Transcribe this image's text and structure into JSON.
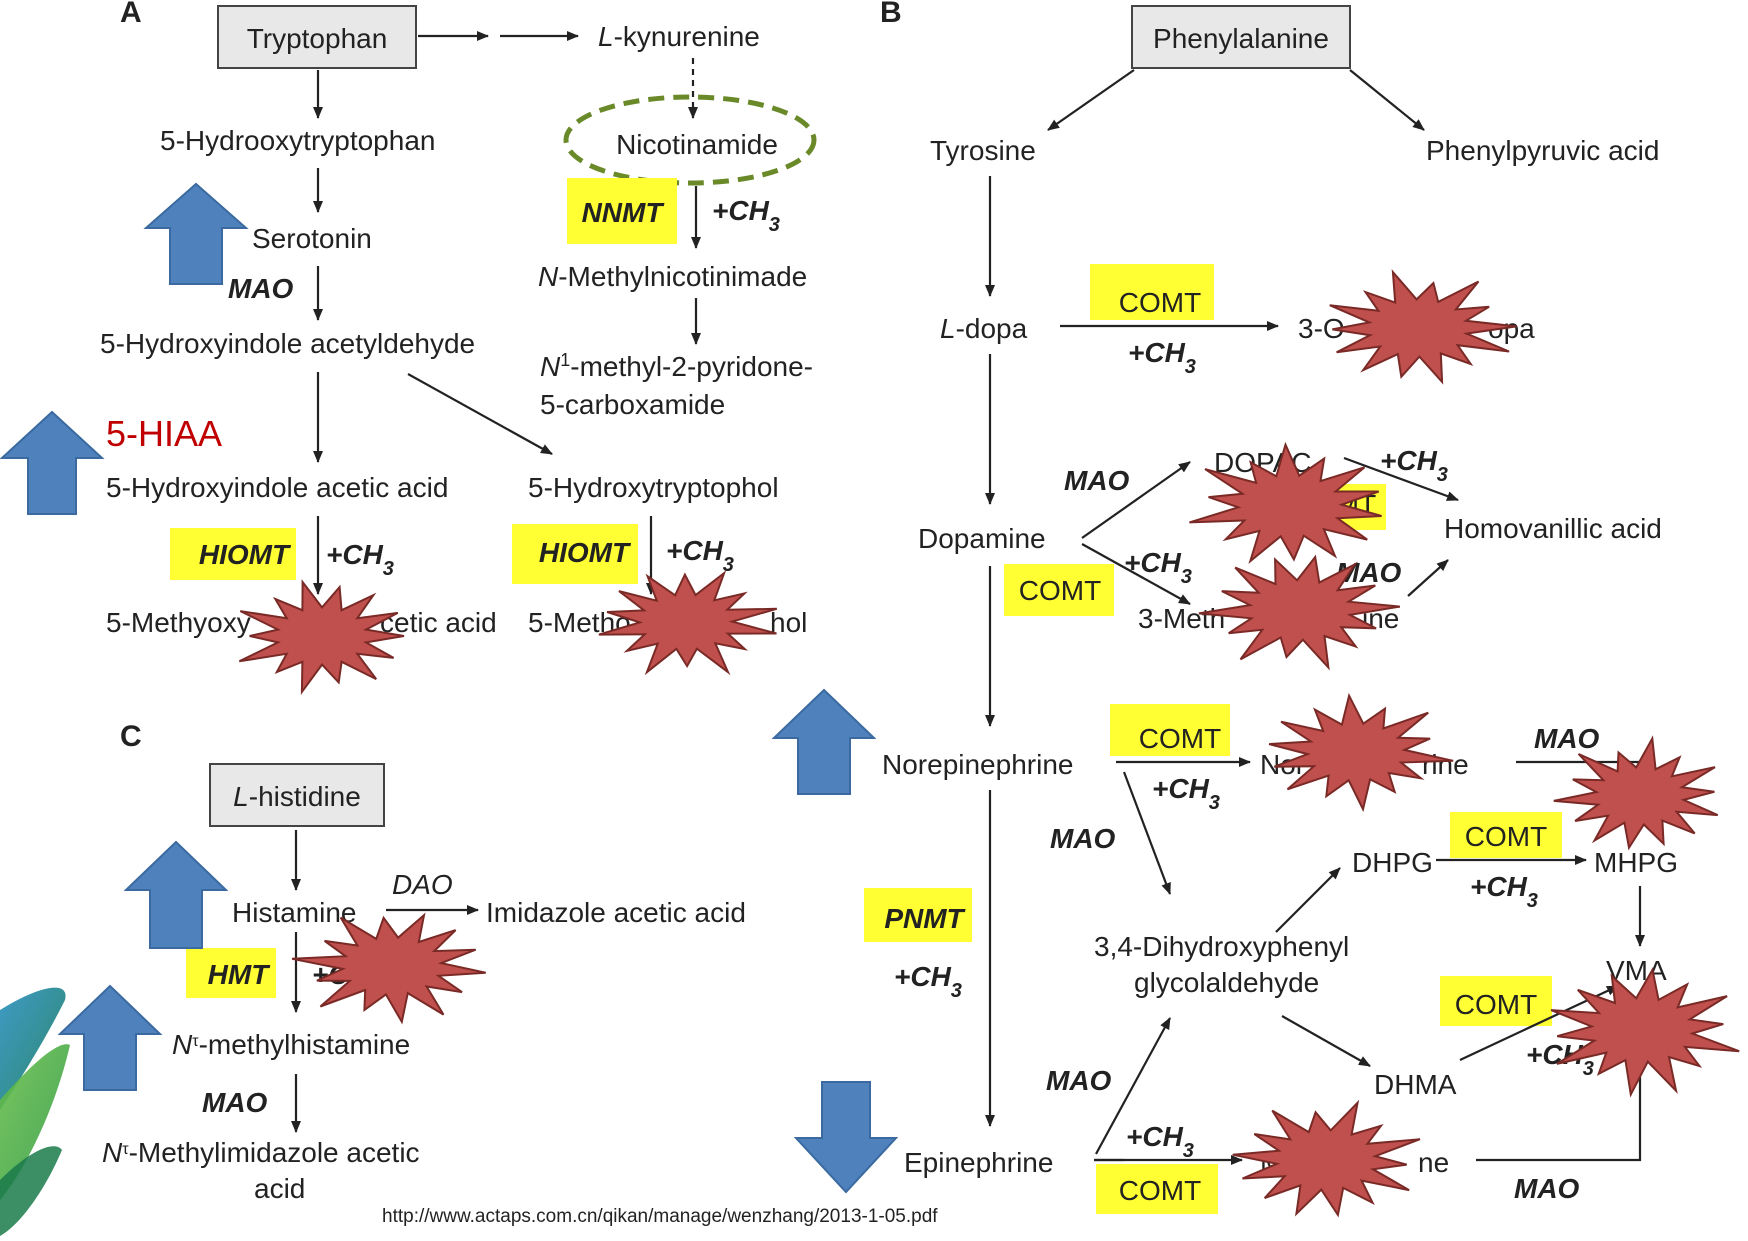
{
  "panels": {
    "A": "A",
    "B": "B",
    "C": "C"
  },
  "colors": {
    "enzyme_highlight": "#ffff33",
    "starburst": "#c0504d",
    "arrow_blue": "#4f81bd",
    "ellipse_green": "#6a8a2a",
    "hiaa_red": "#c00000",
    "box_fill": "#e8e8e8"
  },
  "panel_a": {
    "tryptophan": "Tryptophan",
    "kynurenine_prefix": "L",
    "kynurenine_rest": "-kynurenine",
    "hydroxytryptophan": "5-Hydrooxytryptophan",
    "nicotinamide": "Nicotinamide",
    "nnmt": "NNMT",
    "nnmt_methyl_main": "+CH",
    "nnmt_methyl_sub": "3",
    "serotonin": "Serotonin",
    "mao": "MAO",
    "methylnicotinimade_prefix": "N",
    "methylnicotinimade_rest": "-Methylnicotinimade",
    "acetyldehyde": "5-Hydroxyindole acetyldehyde",
    "pyridone_1_prefix": "N",
    "pyridone_1_sup": "1",
    "pyridone_1_rest": "-methyl-2-pyridone-",
    "pyridone_2": "5-carboxamide",
    "hiaa": "5-HIAA",
    "acetic_acid": "5-Hydroxyindole acetic acid",
    "hydroxytryptophol": "5-Hydroxytryptophol",
    "hiomt_1": "HIOMT",
    "hiomt_1_methyl_main": "+CH",
    "hiomt_1_methyl_sub": "3",
    "hiomt_2": "HIOMT",
    "hiomt_2_methyl_main": "+CH",
    "hiomt_2_methyl_sub": "3",
    "methoxy_acetic_a": "5-Methyoxy",
    "methoxy_acetic_b": "cetic acid",
    "methoxytryptophol_a": "5-Metho",
    "methoxytryptophol_b": "hol"
  },
  "panel_b": {
    "phenylalanine": "Phenylalanine",
    "tyrosine": "Tyrosine",
    "phenylpyruvic": "Phenylpyruvic acid",
    "ldopa_prefix": "L",
    "ldopa_rest": "-dopa",
    "comt_1": "COMT",
    "comt_1_methyl_main": "+CH",
    "comt_1_methyl_sub": "3",
    "omethyldopa_a": "3-O",
    "omethyldopa_b": "opa",
    "dopac": "DOPAC",
    "dopac_methyl_main": "+CH",
    "dopac_methyl_sub": "3",
    "mao_dopamine": "MAO",
    "comt_dopac": "OMT",
    "dopamine": "Dopamine",
    "homovanillic": "Homovanillic acid",
    "dopamine_methyl_main": "+CH",
    "dopamine_methyl_sub": "3",
    "mao_methoxy": "MAO",
    "comt_dopamine": "COMT",
    "methoxytyramine_a": "3-Meth",
    "methoxytyramine_b": "ine",
    "norepinephrine": "Norepinephrine",
    "comt_ne": "COMT",
    "ne_methyl_main": "+CH",
    "ne_methyl_sub": "3",
    "normetanephrine_a": "Nor",
    "normetanephrine_b": "rine",
    "mao_normet": "MAO",
    "mao_ne": "MAO",
    "dhpg": "DHPG",
    "comt_dhpg": "COMT",
    "dhpg_methyl_main": "+CH",
    "dhpg_methyl_sub": "3",
    "mhpg": "MHPG",
    "pnmt": "PNMT",
    "pnmt_methyl_main": "+CH",
    "pnmt_methyl_sub": "3",
    "glycolaldehyde_1": "3,4-Dihydroxyphenyl",
    "glycolaldehyde_2": "glycolaldehyde",
    "vma": "VMA",
    "comt_dhma": "COMT",
    "dhma_methyl_main": "+CH",
    "dhma_methyl_sub": "3",
    "mao_epi": "MAO",
    "dhma": "DHMA",
    "epi_methyl_main": "+CH",
    "epi_methyl_sub": "3",
    "epinephrine": "Epinephrine",
    "comt_epi": "COMT",
    "metanephrine_a": "Me",
    "metanephrine_b": "ne",
    "mao_metanephrine": "MAO"
  },
  "panel_c": {
    "histidine_prefix": "L",
    "histidine_rest": "-histidine",
    "dao": "DAO",
    "histamine": "Histamine",
    "imidazole": "Imidazole acetic acid",
    "hmt": "HMT",
    "hmt_methyl": "+C",
    "methylhistamine_prefix": "N",
    "methylhistamine_sup": "τ",
    "methylhistamine_rest": "-methylhistamine",
    "mao": "MAO",
    "methylimidazole_prefix": "N",
    "methylimidazole_sup": "τ",
    "methylimidazole_rest": "-Methylimidazole acetic",
    "methylimidazole_2": "acid"
  },
  "source_url": "http://www.actaps.com.cn/qikan/manage/wenzhang/2013-1-05.pdf"
}
